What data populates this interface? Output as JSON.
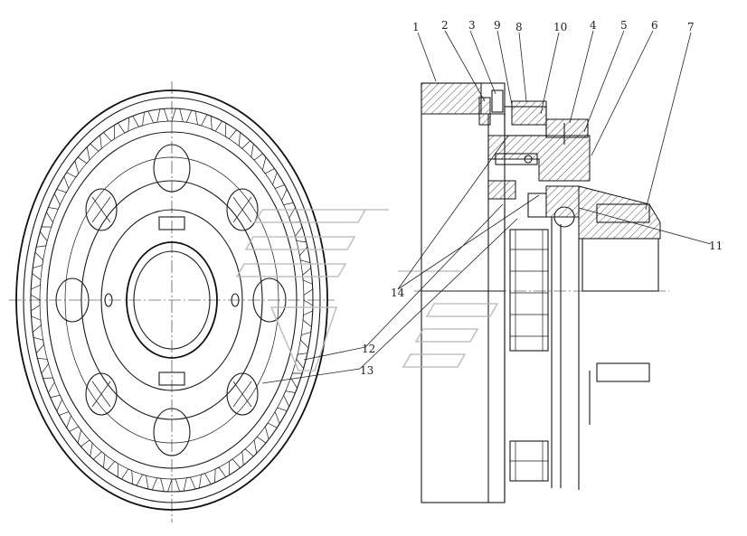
{
  "callouts": [
    {
      "id": "c1",
      "label": "1"
    },
    {
      "id": "c2",
      "label": "2"
    },
    {
      "id": "c3",
      "label": "3"
    },
    {
      "id": "c9",
      "label": "9"
    },
    {
      "id": "c8",
      "label": "8"
    },
    {
      "id": "c10",
      "label": "10"
    },
    {
      "id": "c4",
      "label": "4"
    },
    {
      "id": "c5",
      "label": "5"
    },
    {
      "id": "c6",
      "label": "6"
    },
    {
      "id": "c7",
      "label": "7"
    },
    {
      "id": "c11",
      "label": "11"
    },
    {
      "id": "c12",
      "label": "12"
    },
    {
      "id": "c13",
      "label": "13"
    },
    {
      "id": "c14",
      "label": "14"
    }
  ]
}
